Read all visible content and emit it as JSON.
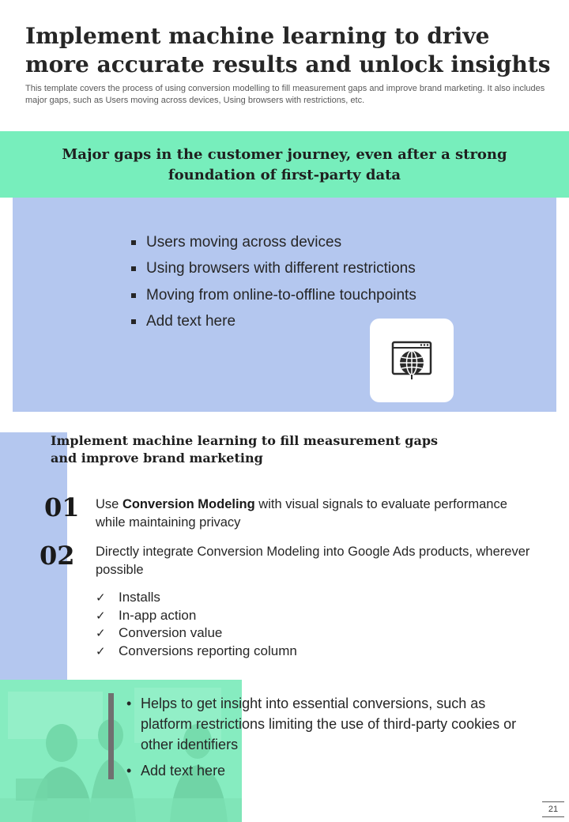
{
  "header": {
    "title": "Implement machine learning to drive more accurate results and unlock insights",
    "subtitle": "This template covers the process of using conversion modelling to fill measurement gaps and improve brand marketing. It also includes major gaps, such as Users moving across devices, Using browsers with restrictions, etc."
  },
  "gaps_section": {
    "heading": "Major gaps in the customer journey, even after a strong foundation of first-party data",
    "items": [
      "Users moving across devices",
      "Using browsers with different restrictions",
      "Moving from online-to-offline touchpoints",
      "Add text here"
    ],
    "icon": "globe-browser-icon"
  },
  "ml_section": {
    "heading": "Implement machine learning to fill measurement gaps and improve brand marketing",
    "steps": [
      {
        "number": "01",
        "prefix": "Use ",
        "bold": "Conversion Modeling",
        "text": " with visual signals to evaluate performance while maintaining privacy"
      },
      {
        "number": "02",
        "text": "Directly integrate Conversion Modeling into Google Ads products, wherever possible"
      }
    ],
    "checks": [
      "Installs",
      "In-app action",
      "Conversion value",
      "Conversions reporting column"
    ]
  },
  "insights": {
    "items": [
      "Helps to get insight into essential conversions, such as platform restrictions limiting the use of third-party cookies or other identifiers",
      "Add text here"
    ]
  },
  "footer": {
    "page_number": "21"
  },
  "colors": {
    "green": "#77eebc",
    "blue": "#b4c7ef",
    "text": "#262626"
  }
}
